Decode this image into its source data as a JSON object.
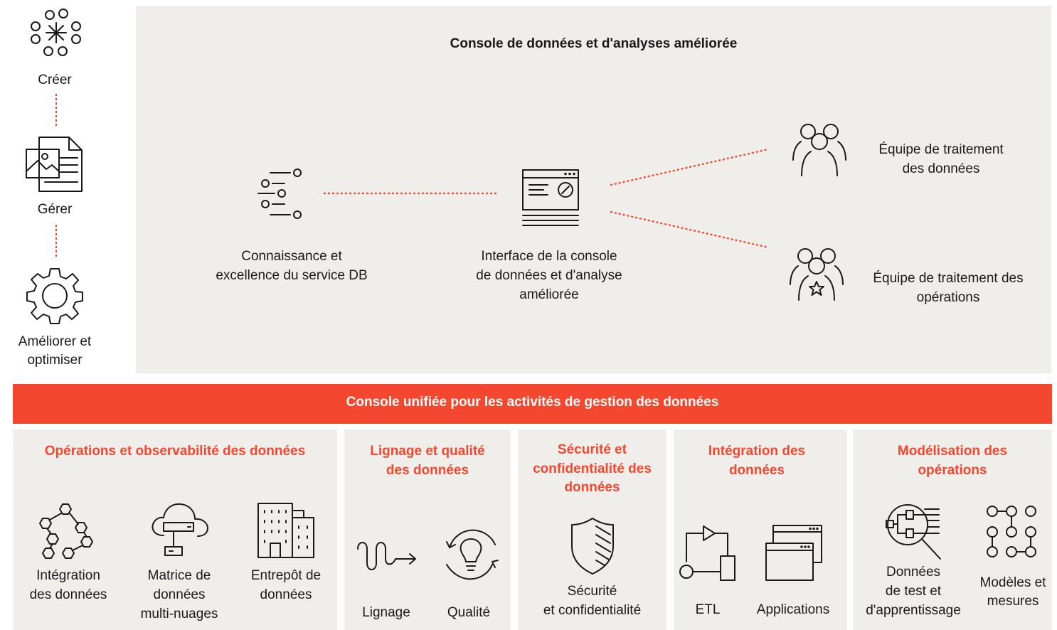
{
  "left_flow": {
    "create": "Créer",
    "manage": "Gérer",
    "improve_line1": "Améliorer et",
    "improve_line2": "optimiser"
  },
  "top_panel": {
    "title": "Console de données et d'analyses améliorée",
    "knowledge_line1": "Connaissance et",
    "knowledge_line2": "excellence du service DB",
    "interface_line1": "Interface de la console",
    "interface_line2": "de données et d'analyse",
    "interface_line3": "améliorée",
    "data_team_line1": "Équipe de traitement",
    "data_team_line2": "des données",
    "ops_team_line1": "Équipe de traitement des",
    "ops_team_line2": "opérations"
  },
  "banner": {
    "title": "Console unifiée pour les activités de gestion des données",
    "color": "#f4472f"
  },
  "sections": {
    "ops_obs": {
      "title": "Opérations et observabilité des données",
      "items": {
        "integration_line1": "Intégration",
        "integration_line2": "des données",
        "fabric_line1": "Matrice de",
        "fabric_line2": "données",
        "fabric_line3": "multi-nuages",
        "warehouse_line1": "Entrepôt de",
        "warehouse_line2": "données"
      }
    },
    "lineage": {
      "title_line1": "Lignage et qualité",
      "title_line2": "des données",
      "lineage": "Lignage",
      "quality": "Qualité"
    },
    "security": {
      "title_line1": "Sécurité et",
      "title_line2": "confidentialité des",
      "title_line3": "données",
      "item_line1": "Sécurité",
      "item_line2": "et confidentialité"
    },
    "integration": {
      "title_line1": "Intégration des",
      "title_line2": "données",
      "etl": "ETL",
      "apps": "Applications"
    },
    "modeling": {
      "title_line1": "Modélisation des",
      "title_line2": "opérations",
      "test_line1": "Données",
      "test_line2": "de test et",
      "test_line3": "d'apprentissage",
      "models_line1": "Modèles et",
      "models_line2": "mesures"
    }
  },
  "icons": [
    "create-cluster-icon",
    "document-image-icon",
    "gear-icon",
    "sliders-icon",
    "console-window-icon",
    "data-team-icon",
    "ops-team-icon",
    "hexagon-network-icon",
    "cloud-server-icon",
    "building-icon",
    "lineage-arrow-icon",
    "lightbulb-refresh-icon",
    "shield-icon",
    "etl-flow-icon",
    "app-windows-icon",
    "magnifier-network-icon",
    "node-grid-icon"
  ]
}
